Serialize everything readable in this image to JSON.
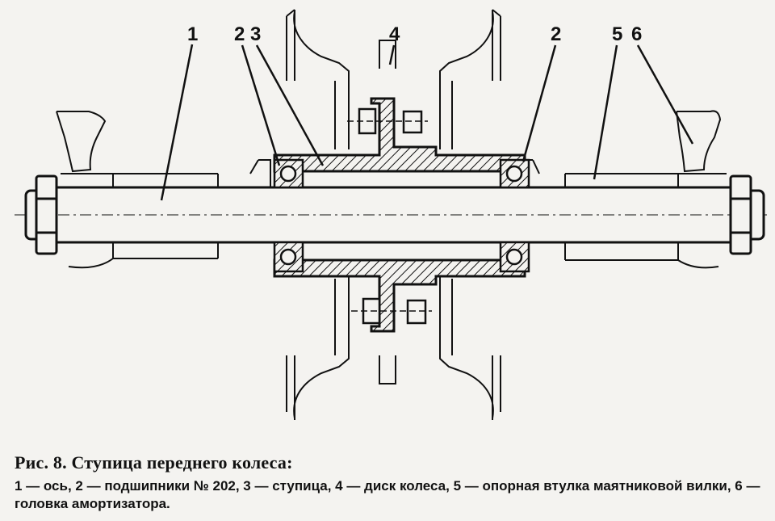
{
  "callouts": {
    "c1": "1",
    "c2_left": "2",
    "c3": "3",
    "c4": "4",
    "c2_right": "2",
    "c5": "5",
    "c6": "6"
  },
  "caption": {
    "title": "Рис. 8. Ступица переднего колеса:",
    "legend": "1 — ось, 2 — подшипники № 202, 3 — ступица, 4 — диск колеса, 5 — опорная втулка маятниковой вилки, 6 — головка амортизатора."
  },
  "colors": {
    "ink": "#111111",
    "paper": "#f4f3f0"
  }
}
